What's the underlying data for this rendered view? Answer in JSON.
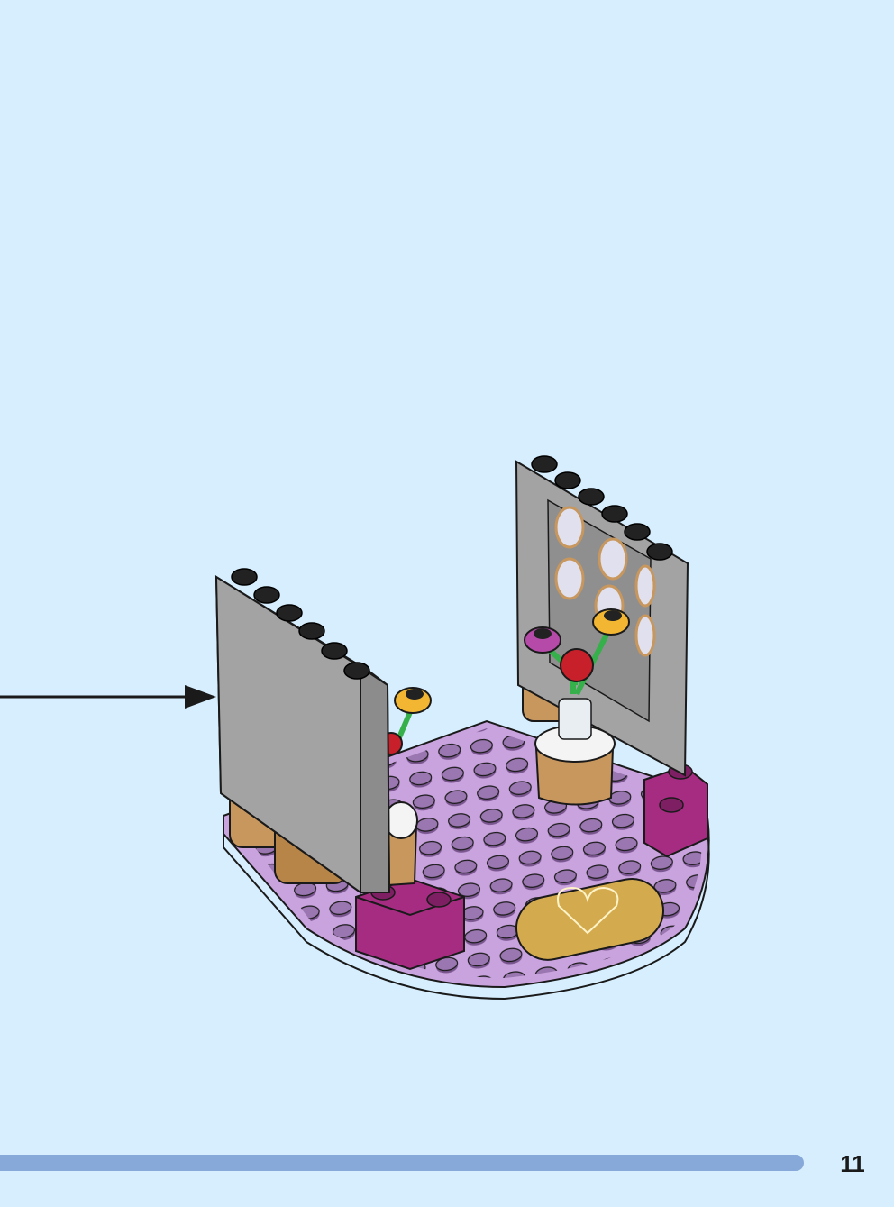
{
  "page": {
    "number": "11",
    "progress_fraction": 1.0
  },
  "colors": {
    "background": "#d6eefd",
    "progress_bar": "#86a9d9",
    "baseplate": "#c9a3de",
    "baseplate_stud": "#7a568f",
    "magenta_brick": "#a62c82",
    "wall_gray": "#a3a3a3",
    "stud_black": "#222222",
    "tan": "#c8975e",
    "gold_tile": "#d4aa4f",
    "rose_red": "#c8202a",
    "stem_green": "#35b04a",
    "flower_yellow": "#f2b633",
    "flower_purple": "#b64aa9"
  },
  "instruction": {
    "arrow_icon": "arrow-right-icon",
    "target": "gray-wall-panel"
  }
}
